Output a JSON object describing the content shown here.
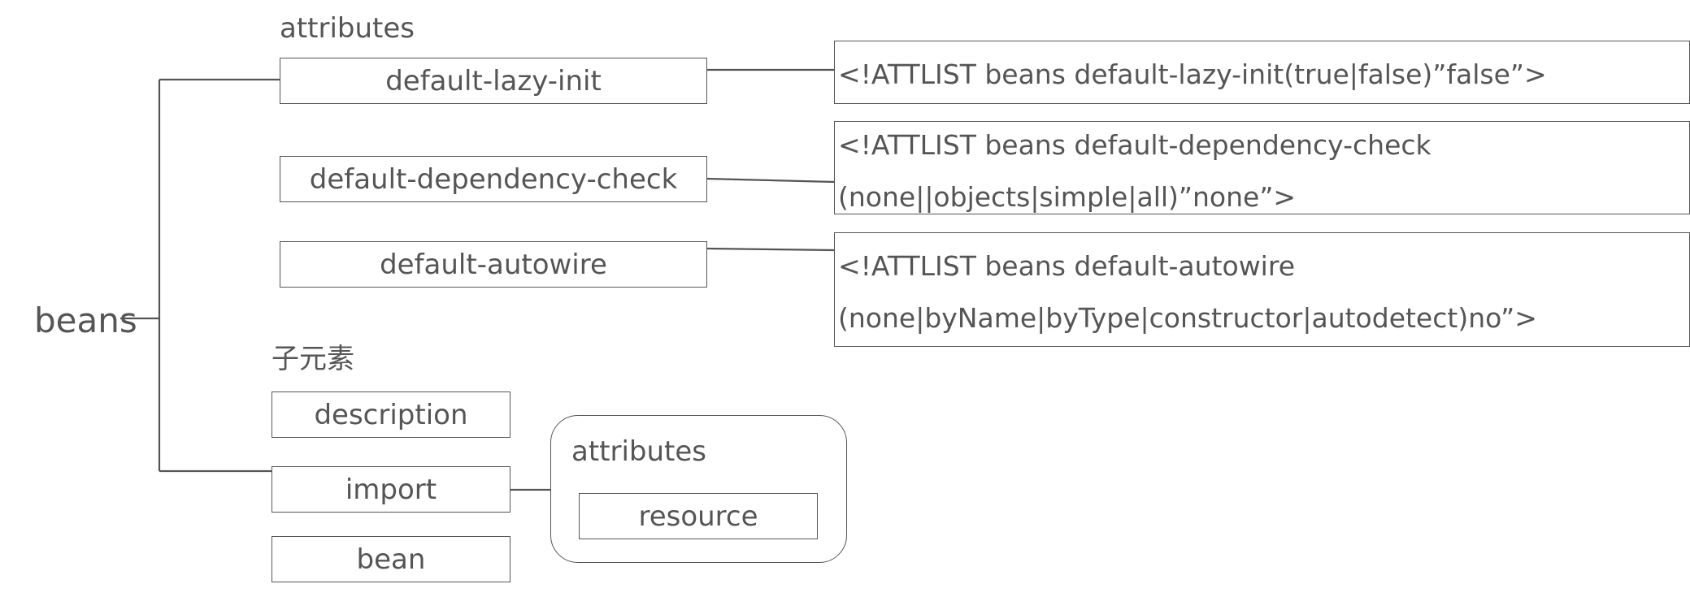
{
  "root": {
    "label": "beans"
  },
  "attributes_section": {
    "heading": "attributes",
    "items": [
      {
        "label": "default-lazy-init",
        "definition": [
          "<!ATTLIST beans default-lazy-init(true|false)”false”>"
        ]
      },
      {
        "label": "default-dependency-check",
        "definition": [
          "<!ATTLIST beans default-dependency-check",
          "(none||objects|simple|all)”none”>"
        ]
      },
      {
        "label": "default-autowire",
        "definition": [
          "<!ATTLIST beans default-autowire",
          "(none|byName|byType|constructor|autodetect)no”>"
        ]
      }
    ]
  },
  "children_section": {
    "heading": "子元素",
    "items": [
      {
        "label": "description"
      },
      {
        "label": "import"
      },
      {
        "label": "bean"
      }
    ]
  },
  "import_attributes": {
    "heading": "attributes",
    "items": [
      {
        "label": "resource"
      }
    ]
  },
  "colors": {
    "stroke": "#555555",
    "text": "#555555",
    "background": "#ffffff"
  }
}
